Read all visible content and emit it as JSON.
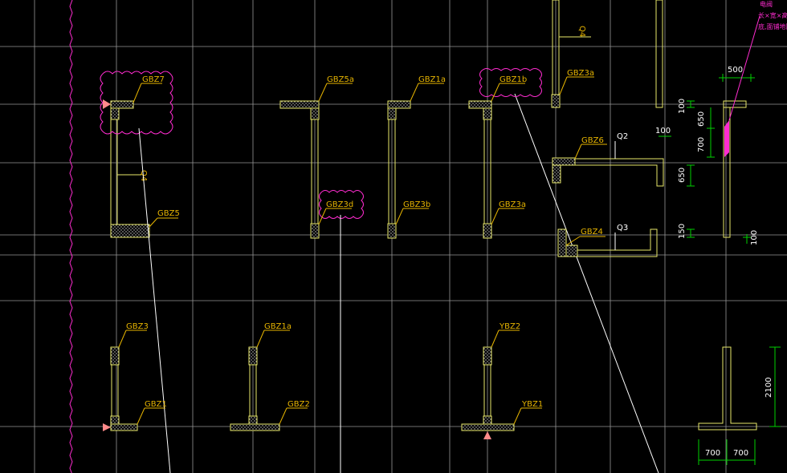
{
  "colors": {
    "background": "#000000",
    "grid": "#c8c8c8",
    "wall": "#e8e86a",
    "hatch": "#d0d0d0",
    "label": "#e6b400",
    "dimension": "#00d000",
    "revision": "#ff2cd0"
  },
  "labels": {
    "gbz7": "GBZ7",
    "gbz5": "GBZ5",
    "gbz5a": "GBZ5a",
    "gbz3d": "GBZ3d",
    "gbz1a_top": "GBZ1a",
    "gbz3b": "GBZ3b",
    "gbz1b": "GBZ1b",
    "gbz3a_mid": "GBZ3a",
    "gbz3a_top": "GBZ3a",
    "gbz6": "GBZ6",
    "gbz4": "GBZ4",
    "gbz3": "GBZ3",
    "gbz1": "GBZ1",
    "gbz1a_bottom": "GBZ1a",
    "gbz2": "GBZ2",
    "ybz2": "YBZ2",
    "ybz1": "YBZ1",
    "q4_vert": "Q4",
    "q4_left": "Q4",
    "q2": "Q2",
    "q3": "Q3"
  },
  "dimensions": {
    "d500": "500",
    "d100_top": "100",
    "d650_top": "650",
    "d100_mid": "100",
    "d700": "700",
    "d650_mid": "650",
    "d150": "150",
    "d100_bottom": "100",
    "d2100": "2100",
    "d700_left": "700",
    "d700_right": "700"
  },
  "notes": {
    "note_line1": "电阀",
    "note_line2": "长×宽×高,",
    "note_line3": "底,面铺地隔"
  }
}
